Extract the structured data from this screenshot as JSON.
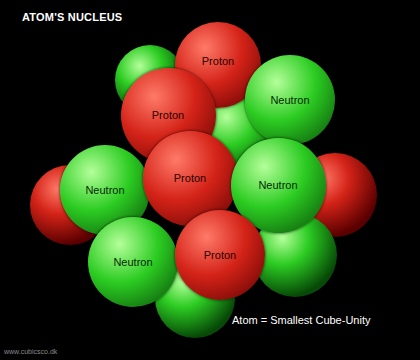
{
  "diagram": {
    "title": "ATOM'S NUCLEUS",
    "caption": "Atom = Smallest Cube-Unity",
    "nodes": [
      {
        "text": [
          "Proton"
        ]
      },
      {
        "text": [
          "Proton"
        ]
      },
      {
        "text": [
          "Neutron"
        ]
      },
      {
        "text": [
          "Neutron"
        ]
      },
      {
        "text": [
          "Proton"
        ]
      },
      {
        "text": [
          "Neutron"
        ]
      },
      {
        "text": [
          "Neutron"
        ]
      },
      {
        "text": [
          "Proton"
        ]
      }
    ],
    "labels": [
      "www.cubicsco.dk"
    ]
  }
}
